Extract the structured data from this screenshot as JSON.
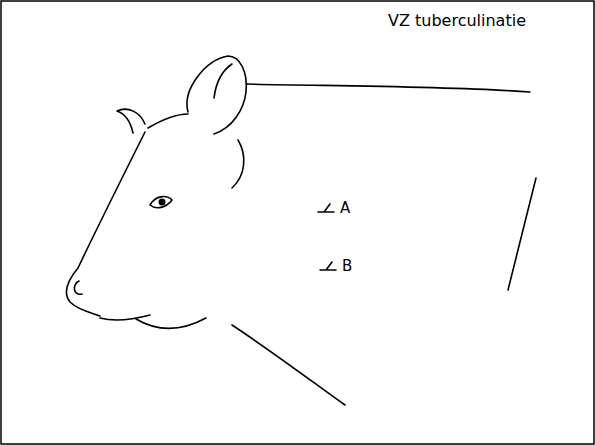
{
  "diagram": {
    "title": "VZ tuberculinatie",
    "labels": [
      "A",
      "B"
    ]
  }
}
